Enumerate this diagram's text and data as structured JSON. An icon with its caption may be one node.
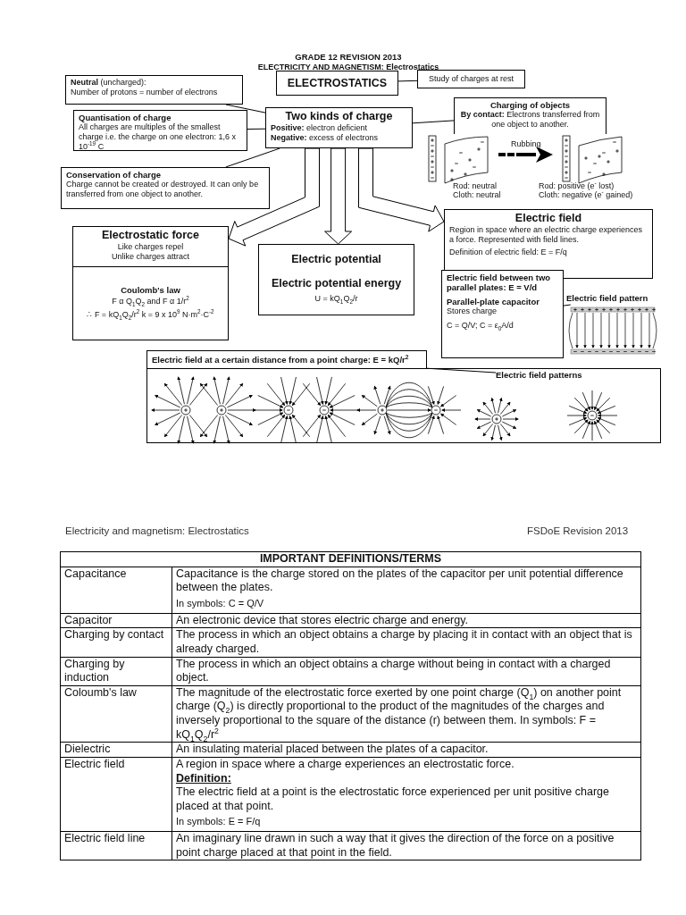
{
  "diagram": {
    "title": "GRADE 12 REVISION 2013",
    "nodes": [
      {
        "text": [
          "ELECTROSTATICS"
        ]
      },
      {
        "text": [
          "Study of charges at rest"
        ]
      },
      {
        "text": [
          "**Neutral** (uncharged):",
          "Number of protons = number of electrons"
        ]
      },
      {
        "text": [
          "Quantisation of charge",
          "All charges are multiples of the smallest charge i.e. the charge on one electron: 1,6 x 10$^{-19}$ C"
        ]
      },
      {
        "text": [
          "Two kinds of charge",
          "**Positive:** electron deficient",
          "**Negative:** excess of electrons"
        ]
      },
      {
        "text": [
          "Conservation of charge",
          "Charge cannot be created or destroyed. It can only be transferred from one object to another."
        ]
      },
      {
        "text": [
          "Charging of objects",
          "**By contact:** Electrons transferred from one object to another."
        ]
      },
      {
        "text": [
          "Electrostatic force",
          "Like charges repel",
          "Unlike charges attract"
        ]
      },
      {
        "text": [
          "Coulomb's law",
          "F α Q$_{1}$Q$_{2}$ and F α 1/r$^{2}$",
          "∴ F = kQ$_{1}$Q$_{2}$/r$^{2}$ k = 9 x 10$^{9}$ N·m$^{2}$·C$^{-2}$"
        ]
      },
      {
        "text": [
          "Electric potential",
          "Electric potential energy",
          "U = kQ$_{1}$Q$_{2}$/r"
        ]
      },
      {
        "text": [
          "Electric field",
          "Region in space where an electric charge experiences a force. Represented with field lines.",
          "Definition of electric field: E = F/q"
        ]
      },
      {
        "text": [
          "**Electric field between two parallel plates**: E = V/d",
          "Parallel-plate capacitor",
          "Stores charge",
          "C = Q/V; C = ε$_{0}$A/d"
        ]
      },
      {
        "text": [
          "Electric field pattern"
        ]
      },
      {
        "text": [
          "Electric field at a certain distance from a point charge: E = kQ/r$^{2}$"
        ]
      },
      {
        "text": [
          "Electric field patterns"
        ]
      }
    ],
    "edges": [
      {
        "from": 1,
        "to": 0,
        "arrow": "none"
      },
      {
        "from": 2,
        "to": 4,
        "arrow": "none"
      },
      {
        "from": 3,
        "to": 4,
        "arrow": "none"
      },
      {
        "from": 5,
        "to": 4,
        "arrow": "none"
      },
      {
        "from": 6,
        "to": 4,
        "arrow": "none"
      },
      {
        "from": 4,
        "to": 7,
        "arrow": "to",
        "style": "thick"
      },
      {
        "from": 4,
        "to": 9,
        "arrow": "to",
        "style": "thick"
      },
      {
        "from": 4,
        "to": 10,
        "arrow": "to",
        "style": "thick"
      },
      {
        "from": 11,
        "to": 12,
        "arrow": "none"
      },
      {
        "from": 13,
        "to": 14,
        "arrow": "none"
      }
    ],
    "labels": [
      "ELECTRICITY AND MAGNETISM: Electrostatics",
      "Rubbing",
      "Rod: neutral",
      "Cloth: neutral",
      "Rod: positive (e$^{-}$ lost)",
      "Cloth: negative (e$^{-}$ gained)",
      "Electricity and magnetism: Electrostatics",
      "FSDoE Revision 2013",
      "IMPORTANT DEFINITIONS/TERMS",
      "Capacitance",
      "Capacitance is the charge stored on the plates of the capacitor per unit potential difference between the plates.",
      "In symbols: C = Q/V",
      "Capacitor",
      "An electronic device that stores electric charge and energy.",
      "Charging by contact",
      "The process in which an object obtains a charge by placing it in contact with an object that is already charged.",
      "Charging by induction",
      "The process in which an object obtains a charge without being in contact with a charged object.",
      "Coloumb's law",
      "The magnitude of the electrostatic force exerted by one point charge (Q$_{1}$) on another point charge (Q$_{2}$) is directly proportional to the product of the magnitudes of the charges and inversely proportional to the square of the distance (r) between them. In symbols: F = kQ$_{1}$Q$_{2}$/r$^{2}$",
      "Dielectric",
      "An insulating material placed between the plates of a capacitor.",
      "Electric field",
      "A region in space where a charge experiences an electrostatic force.",
      "Definition:",
      "The electric field at a point is the electrostatic force experienced per unit positive charge placed at that point.",
      "In symbols: E = F/q",
      "Electric field line",
      "An imaginary line drawn in such a way that it gives the direction of the force on a positive point charge placed at that point in the field."
    ]
  }
}
